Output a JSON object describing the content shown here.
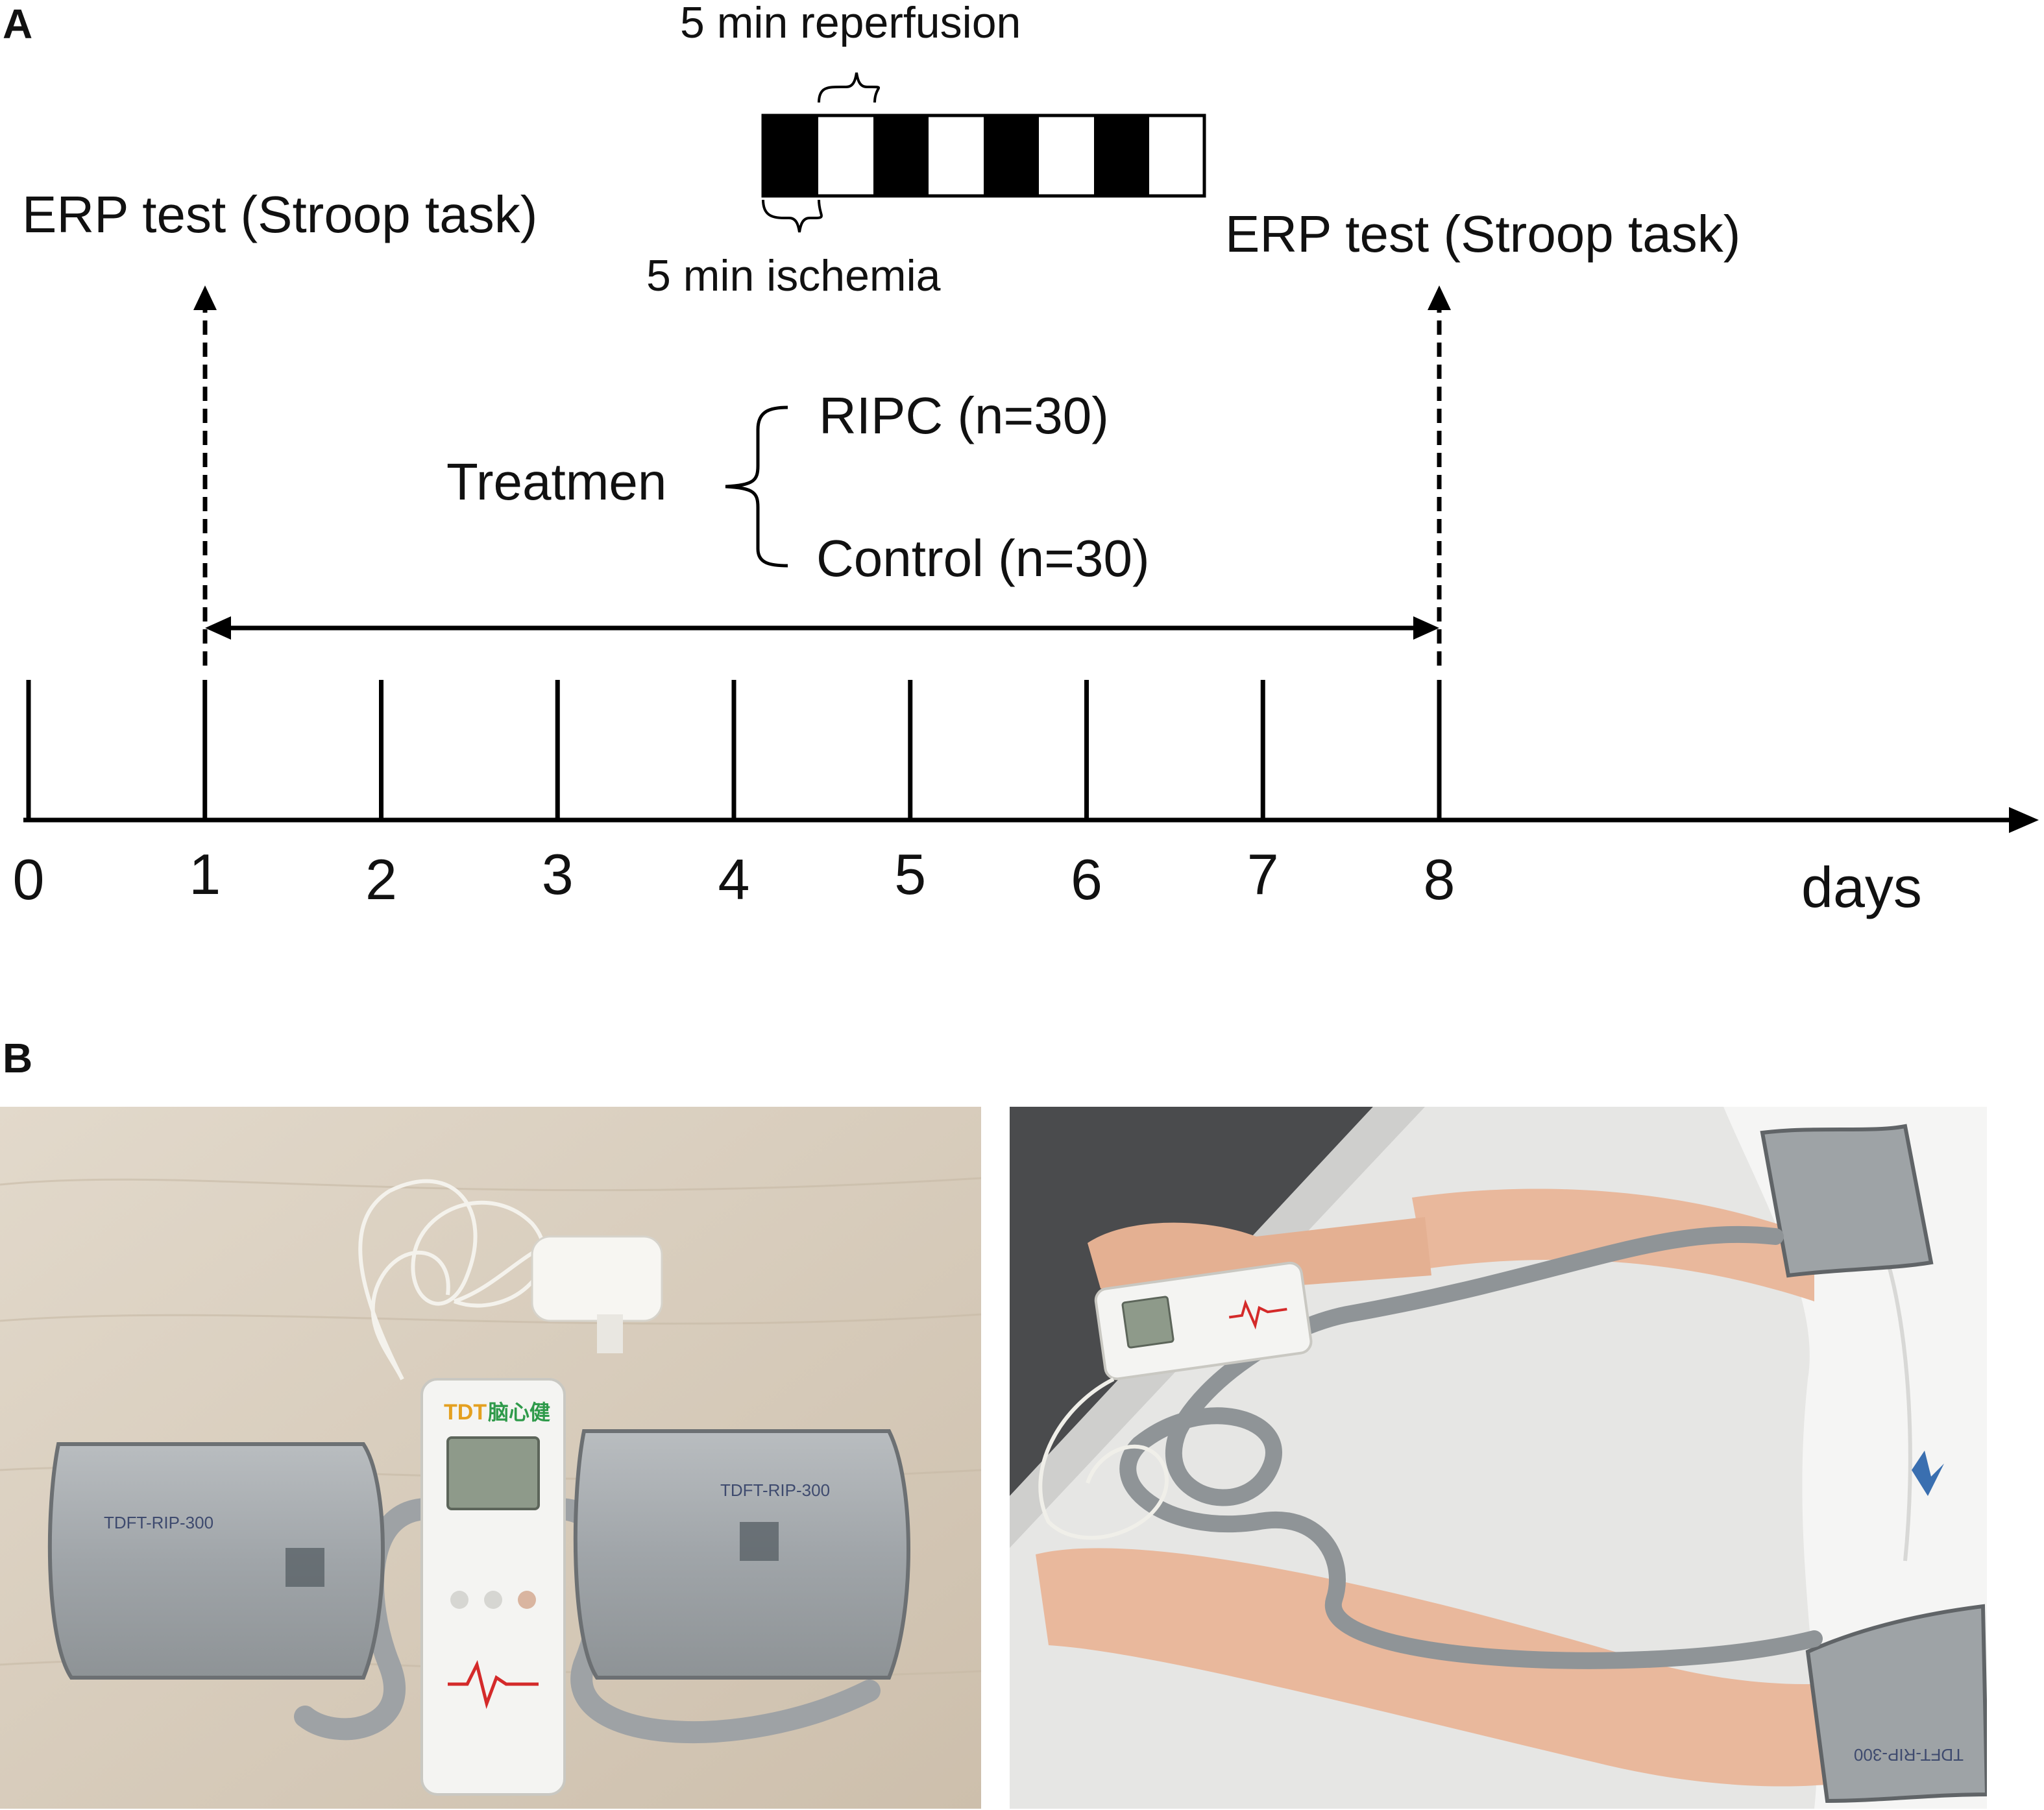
{
  "panel_a": {
    "label": "A",
    "reperfusion_label": "5 min reperfusion",
    "ischemia_label": "5 min ischemia",
    "erp_test_left": "ERP test (Stroop task)",
    "erp_test_right": "ERP test (Stroop task)",
    "treatment_label": "Treatmen",
    "group_ripc": "RIPC (n=30)",
    "group_control": "Control (n=30)",
    "days_label": "days",
    "day_ticks": [
      "0",
      "1",
      "2",
      "3",
      "4",
      "5",
      "6",
      "7",
      "8"
    ],
    "protocol_blocks": [
      "ischemia",
      "reperfusion",
      "ischemia",
      "reperfusion",
      "ischemia",
      "reperfusion",
      "ischemia",
      "reperfusion"
    ],
    "colors": {
      "ischemia": "#000000",
      "reperfusion": "#ffffff",
      "line": "#000000"
    }
  },
  "panel_b": {
    "label": "B",
    "device_brand": "TDT",
    "device_cn_name": "脑心健",
    "cuff_model": "TDFT-RIP-300",
    "colors": {
      "table_wood": "#d8cdbd",
      "cuff_gray": "#a9adb0",
      "device_body": "#f4f4f2",
      "shirt": "#f5f5f4",
      "skin": "#e9b89c"
    }
  }
}
